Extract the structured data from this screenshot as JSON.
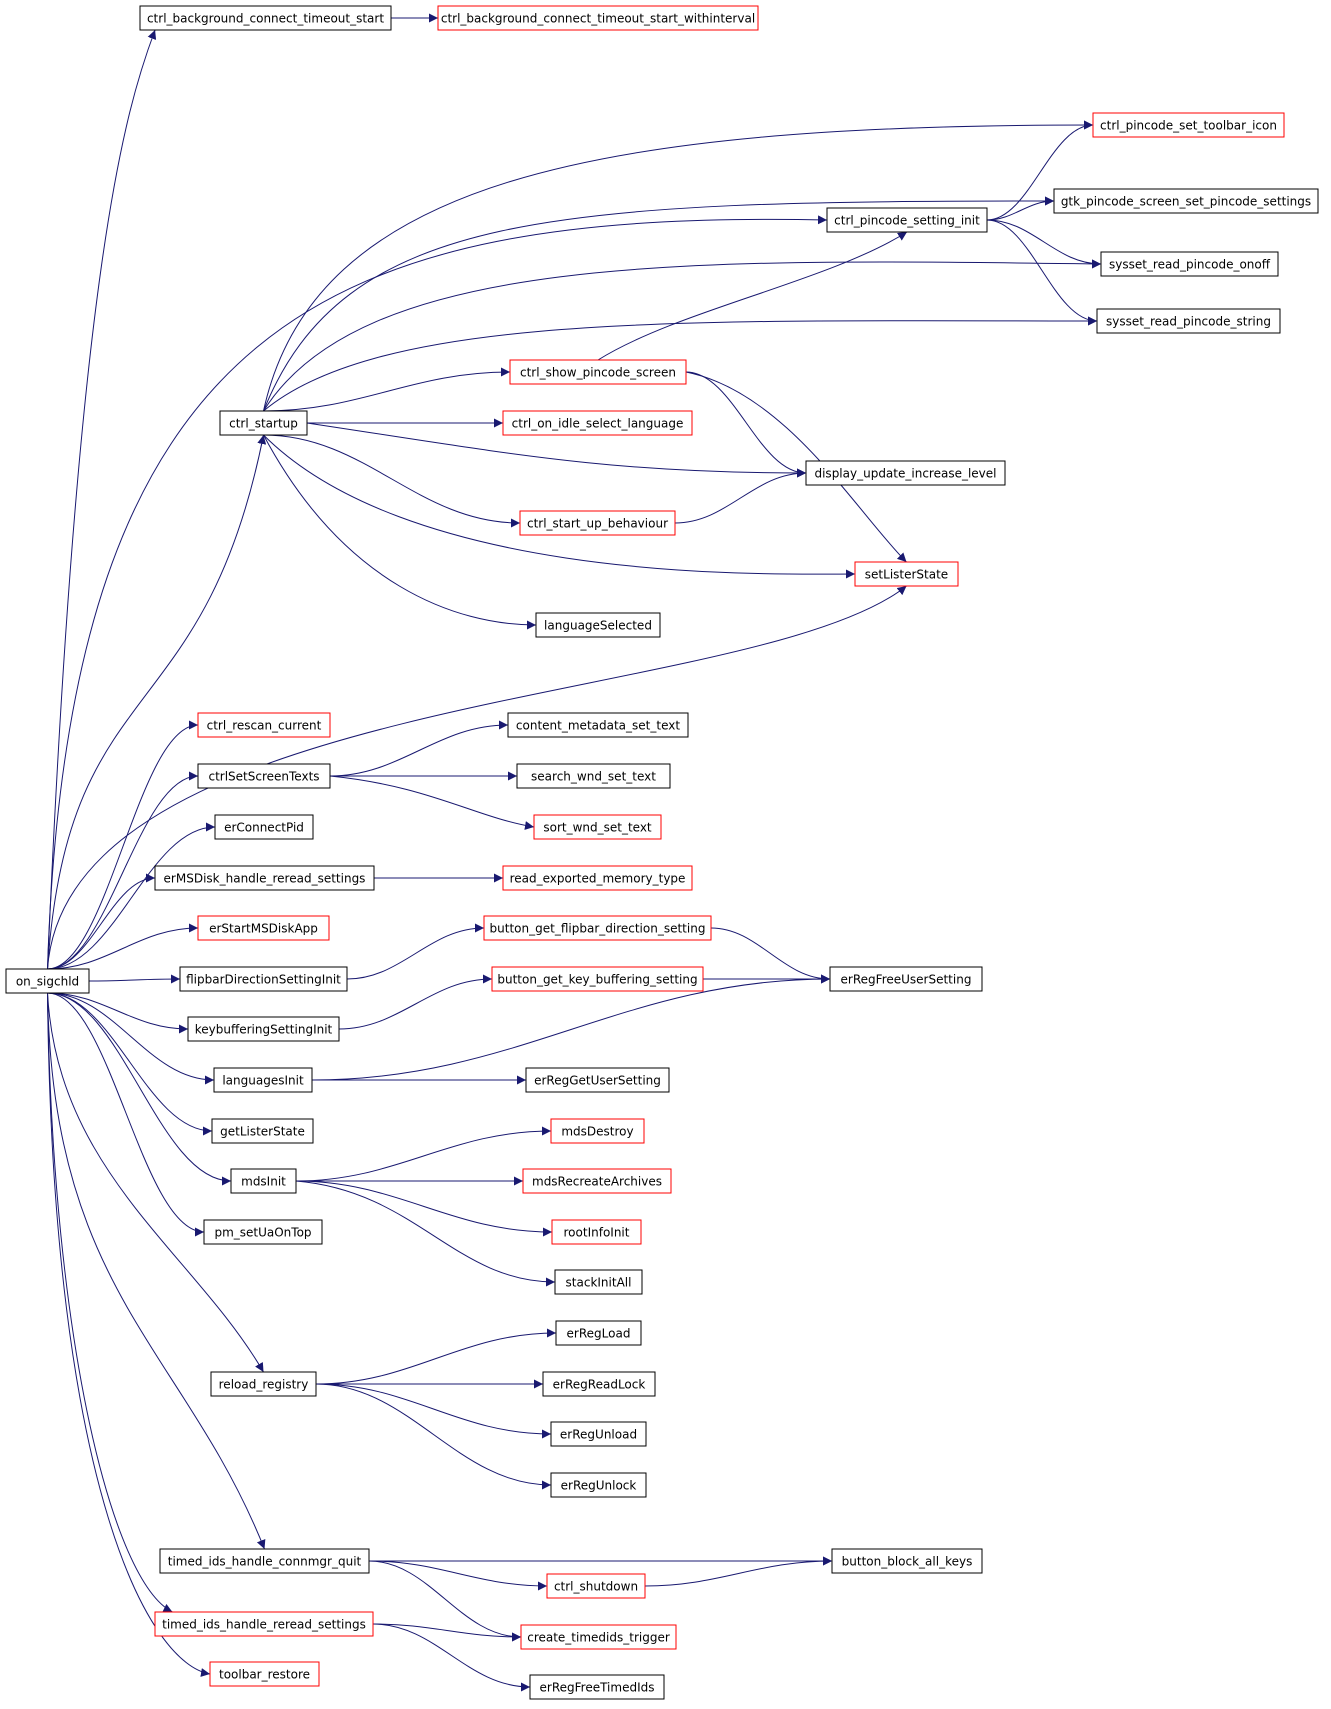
{
  "colors": {
    "edge": "#191970",
    "root_fill": "#bfbfbf",
    "node_fill": "#ffffff",
    "border_black": "#000000",
    "border_red": "#ff0000",
    "background": "#ffffff"
  },
  "graph": {
    "root": "on_sigchld",
    "nodes": [
      {
        "id": "on_sigchld",
        "label": "on_sigchld",
        "border": "black",
        "root": true
      },
      {
        "id": "ctrl_background_connect_timeout_start",
        "label": "ctrl_background_connect_timeout_start",
        "border": "black"
      },
      {
        "id": "ctrl_background_connect_timeout_start_withinterval",
        "label": "ctrl_background_connect_timeout_start_withinterval",
        "border": "red"
      },
      {
        "id": "ctrl_pincode_set_toolbar_icon",
        "label": "ctrl_pincode_set_toolbar_icon",
        "border": "red"
      },
      {
        "id": "gtk_pincode_screen_set_pincode_settings",
        "label": "gtk_pincode_screen_set_pincode_settings",
        "border": "black"
      },
      {
        "id": "ctrl_pincode_setting_init",
        "label": "ctrl_pincode_setting_init",
        "border": "black"
      },
      {
        "id": "sysset_read_pincode_onoff",
        "label": "sysset_read_pincode_onoff",
        "border": "black"
      },
      {
        "id": "sysset_read_pincode_string",
        "label": "sysset_read_pincode_string",
        "border": "black"
      },
      {
        "id": "ctrl_show_pincode_screen",
        "label": "ctrl_show_pincode_screen",
        "border": "red"
      },
      {
        "id": "ctrl_startup",
        "label": "ctrl_startup",
        "border": "black"
      },
      {
        "id": "ctrl_on_idle_select_language",
        "label": "ctrl_on_idle_select_language",
        "border": "red"
      },
      {
        "id": "display_update_increase_level",
        "label": "display_update_increase_level",
        "border": "black"
      },
      {
        "id": "ctrl_start_up_behaviour",
        "label": "ctrl_start_up_behaviour",
        "border": "red"
      },
      {
        "id": "setListerState",
        "label": "setListerState",
        "border": "red"
      },
      {
        "id": "languageSelected",
        "label": "languageSelected",
        "border": "black"
      },
      {
        "id": "ctrl_rescan_current",
        "label": "ctrl_rescan_current",
        "border": "red"
      },
      {
        "id": "content_metadata_set_text",
        "label": "content_metadata_set_text",
        "border": "black"
      },
      {
        "id": "ctrlSetScreenTexts",
        "label": "ctrlSetScreenTexts",
        "border": "black"
      },
      {
        "id": "search_wnd_set_text",
        "label": "search_wnd_set_text",
        "border": "black"
      },
      {
        "id": "erConnectPid",
        "label": "erConnectPid",
        "border": "black"
      },
      {
        "id": "sort_wnd_set_text",
        "label": "sort_wnd_set_text",
        "border": "red"
      },
      {
        "id": "erMSDisk_handle_reread_settings",
        "label": "erMSDisk_handle_reread_settings",
        "border": "black"
      },
      {
        "id": "read_exported_memory_type",
        "label": "read_exported_memory_type",
        "border": "red"
      },
      {
        "id": "erStartMSDiskApp",
        "label": "erStartMSDiskApp",
        "border": "red"
      },
      {
        "id": "button_get_flipbar_direction_setting",
        "label": "button_get_flipbar_direction_setting",
        "border": "red"
      },
      {
        "id": "flipbarDirectionSettingInit",
        "label": "flipbarDirectionSettingInit",
        "border": "black"
      },
      {
        "id": "button_get_key_buffering_setting",
        "label": "button_get_key_buffering_setting",
        "border": "red"
      },
      {
        "id": "erRegFreeUserSetting",
        "label": "erRegFreeUserSetting",
        "border": "black"
      },
      {
        "id": "keybufferingSettingInit",
        "label": "keybufferingSettingInit",
        "border": "black"
      },
      {
        "id": "languagesInit",
        "label": "languagesInit",
        "border": "black"
      },
      {
        "id": "erRegGetUserSetting",
        "label": "erRegGetUserSetting",
        "border": "black"
      },
      {
        "id": "getListerState",
        "label": "getListerState",
        "border": "black"
      },
      {
        "id": "mdsDestroy",
        "label": "mdsDestroy",
        "border": "red"
      },
      {
        "id": "mdsInit",
        "label": "mdsInit",
        "border": "black"
      },
      {
        "id": "mdsRecreateArchives",
        "label": "mdsRecreateArchives",
        "border": "red"
      },
      {
        "id": "pm_setUaOnTop",
        "label": "pm_setUaOnTop",
        "border": "black"
      },
      {
        "id": "rootInfoInit",
        "label": "rootInfoInit",
        "border": "red"
      },
      {
        "id": "stackInitAll",
        "label": "stackInitAll",
        "border": "black"
      },
      {
        "id": "erRegLoad",
        "label": "erRegLoad",
        "border": "black"
      },
      {
        "id": "reload_registry",
        "label": "reload_registry",
        "border": "black"
      },
      {
        "id": "erRegReadLock",
        "label": "erRegReadLock",
        "border": "black"
      },
      {
        "id": "erRegUnload",
        "label": "erRegUnload",
        "border": "black"
      },
      {
        "id": "erRegUnlock",
        "label": "erRegUnlock",
        "border": "black"
      },
      {
        "id": "timed_ids_handle_connmgr_quit",
        "label": "timed_ids_handle_connmgr_quit",
        "border": "black"
      },
      {
        "id": "button_block_all_keys",
        "label": "button_block_all_keys",
        "border": "black"
      },
      {
        "id": "ctrl_shutdown",
        "label": "ctrl_shutdown",
        "border": "red"
      },
      {
        "id": "timed_ids_handle_reread_settings",
        "label": "timed_ids_handle_reread_settings",
        "border": "red"
      },
      {
        "id": "create_timedids_trigger",
        "label": "create_timedids_trigger",
        "border": "red"
      },
      {
        "id": "toolbar_restore",
        "label": "toolbar_restore",
        "border": "red"
      },
      {
        "id": "erRegFreeTimedIds",
        "label": "erRegFreeTimedIds",
        "border": "black"
      }
    ],
    "edges": [
      [
        "on_sigchld",
        "ctrl_background_connect_timeout_start"
      ],
      [
        "ctrl_background_connect_timeout_start",
        "ctrl_background_connect_timeout_start_withinterval"
      ],
      [
        "on_sigchld",
        "ctrl_pincode_setting_init"
      ],
      [
        "on_sigchld",
        "ctrl_startup"
      ],
      [
        "on_sigchld",
        "setListerState"
      ],
      [
        "on_sigchld",
        "ctrl_rescan_current"
      ],
      [
        "on_sigchld",
        "ctrlSetScreenTexts"
      ],
      [
        "on_sigchld",
        "erConnectPid"
      ],
      [
        "on_sigchld",
        "erMSDisk_handle_reread_settings"
      ],
      [
        "on_sigchld",
        "erStartMSDiskApp"
      ],
      [
        "on_sigchld",
        "flipbarDirectionSettingInit"
      ],
      [
        "on_sigchld",
        "keybufferingSettingInit"
      ],
      [
        "on_sigchld",
        "languagesInit"
      ],
      [
        "on_sigchld",
        "getListerState"
      ],
      [
        "on_sigchld",
        "mdsInit"
      ],
      [
        "on_sigchld",
        "pm_setUaOnTop"
      ],
      [
        "on_sigchld",
        "reload_registry"
      ],
      [
        "on_sigchld",
        "timed_ids_handle_connmgr_quit"
      ],
      [
        "on_sigchld",
        "timed_ids_handle_reread_settings"
      ],
      [
        "on_sigchld",
        "toolbar_restore"
      ],
      [
        "ctrl_pincode_setting_init",
        "ctrl_pincode_set_toolbar_icon"
      ],
      [
        "ctrl_pincode_setting_init",
        "gtk_pincode_screen_set_pincode_settings"
      ],
      [
        "ctrl_pincode_setting_init",
        "sysset_read_pincode_onoff"
      ],
      [
        "ctrl_pincode_setting_init",
        "sysset_read_pincode_string"
      ],
      [
        "ctrl_startup",
        "ctrl_pincode_set_toolbar_icon"
      ],
      [
        "ctrl_startup",
        "gtk_pincode_screen_set_pincode_settings"
      ],
      [
        "ctrl_startup",
        "sysset_read_pincode_onoff"
      ],
      [
        "ctrl_startup",
        "sysset_read_pincode_string"
      ],
      [
        "ctrl_startup",
        "ctrl_show_pincode_screen"
      ],
      [
        "ctrl_startup",
        "ctrl_on_idle_select_language"
      ],
      [
        "ctrl_startup",
        "display_update_increase_level"
      ],
      [
        "ctrl_startup",
        "ctrl_start_up_behaviour"
      ],
      [
        "ctrl_startup",
        "setListerState"
      ],
      [
        "ctrl_startup",
        "languageSelected"
      ],
      [
        "ctrl_show_pincode_screen",
        "ctrl_pincode_setting_init"
      ],
      [
        "ctrl_show_pincode_screen",
        "display_update_increase_level"
      ],
      [
        "ctrl_show_pincode_screen",
        "setListerState"
      ],
      [
        "ctrl_start_up_behaviour",
        "display_update_increase_level"
      ],
      [
        "ctrlSetScreenTexts",
        "content_metadata_set_text"
      ],
      [
        "ctrlSetScreenTexts",
        "search_wnd_set_text"
      ],
      [
        "ctrlSetScreenTexts",
        "sort_wnd_set_text"
      ],
      [
        "erMSDisk_handle_reread_settings",
        "read_exported_memory_type"
      ],
      [
        "flipbarDirectionSettingInit",
        "button_get_flipbar_direction_setting"
      ],
      [
        "button_get_flipbar_direction_setting",
        "erRegFreeUserSetting"
      ],
      [
        "keybufferingSettingInit",
        "button_get_key_buffering_setting"
      ],
      [
        "button_get_key_buffering_setting",
        "erRegFreeUserSetting"
      ],
      [
        "languagesInit",
        "erRegFreeUserSetting"
      ],
      [
        "languagesInit",
        "erRegGetUserSetting"
      ],
      [
        "mdsInit",
        "mdsDestroy"
      ],
      [
        "mdsInit",
        "mdsRecreateArchives"
      ],
      [
        "mdsInit",
        "rootInfoInit"
      ],
      [
        "mdsInit",
        "stackInitAll"
      ],
      [
        "reload_registry",
        "erRegLoad"
      ],
      [
        "reload_registry",
        "erRegReadLock"
      ],
      [
        "reload_registry",
        "erRegUnload"
      ],
      [
        "reload_registry",
        "erRegUnlock"
      ],
      [
        "timed_ids_handle_connmgr_quit",
        "button_block_all_keys"
      ],
      [
        "timed_ids_handle_connmgr_quit",
        "ctrl_shutdown"
      ],
      [
        "timed_ids_handle_connmgr_quit",
        "create_timedids_trigger"
      ],
      [
        "ctrl_shutdown",
        "button_block_all_keys"
      ],
      [
        "timed_ids_handle_reread_settings",
        "create_timedids_trigger"
      ],
      [
        "timed_ids_handle_reread_settings",
        "erRegFreeTimedIds"
      ]
    ]
  }
}
